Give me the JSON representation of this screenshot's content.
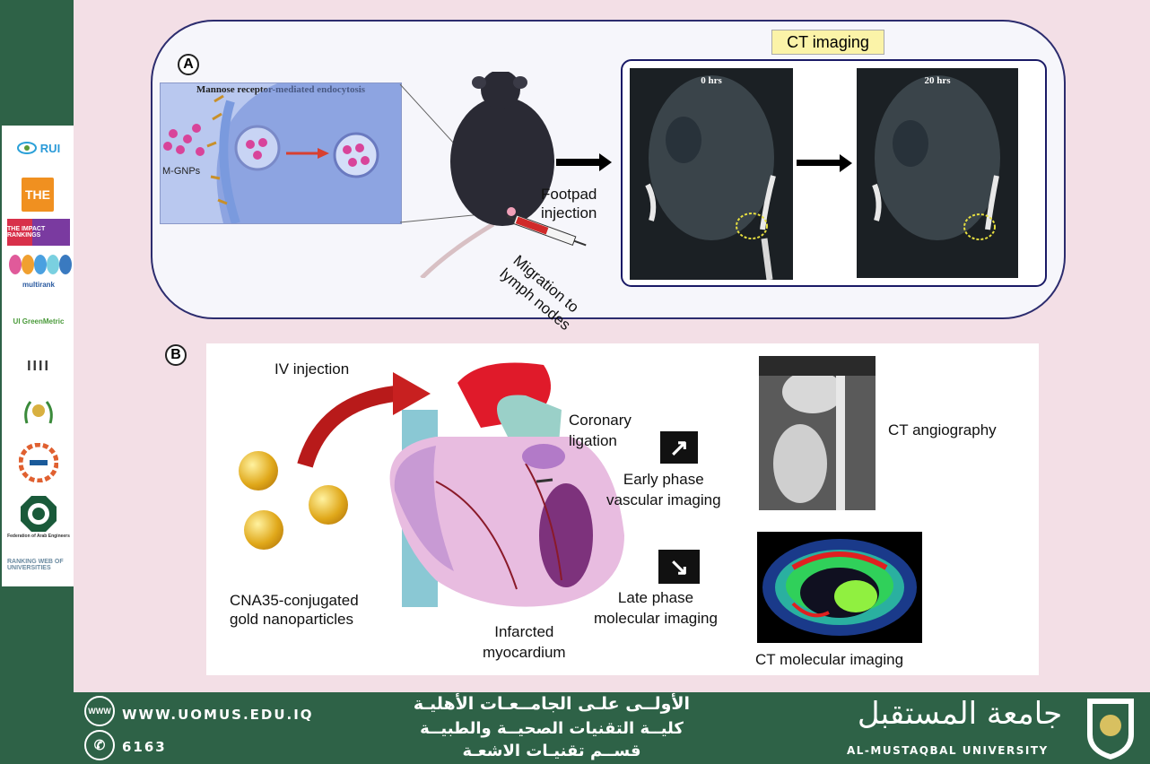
{
  "panel_a": {
    "badge": "A",
    "endocytosis_title": "Mannose receptor-mediated endocytosis",
    "particle_label": "M-GNPs",
    "ct_title": "CT imaging",
    "time_0": "0 hrs",
    "time_20": "20 hrs",
    "footpad": [
      "Footpad",
      "injection"
    ],
    "migration": [
      "Migration to",
      "lymph nodes"
    ]
  },
  "panel_b": {
    "badge": "B",
    "iv": "IV injection",
    "nanoparticles": [
      "CNA35-conjugated",
      "gold nanoparticles"
    ],
    "coronary": [
      "Coronary",
      "ligation"
    ],
    "infarcted": [
      "Infarcted",
      "myocardium"
    ],
    "early": [
      "Early phase",
      "vascular imaging"
    ],
    "late": [
      "Late phase",
      "molecular imaging"
    ],
    "ct_angio": "CT angiography",
    "ct_molecular": "CT molecular imaging"
  },
  "sidebar_logos": [
    "RUI",
    "THE",
    "THE IMPACT RANKINGS",
    "multirank",
    "UI GreenMetric",
    "IIII",
    "arab-universities",
    "SDG",
    "Federation of Arab Engineers",
    "RANKING WEB OF UNIVERSITIES"
  ],
  "footer": {
    "website": "WWW.UOMUS.EDU.IQ",
    "phone": "6163",
    "arabic_line1": "الأولــى علـى الجامــعـات الأهليـة",
    "arabic_line2": "كليــة التقنيات الصحيــة والطبيــة",
    "arabic_line3": "قســم تقنيـات الاشعـة",
    "university_ar": "جامعة المستقبل",
    "university_en": "AL-MUSTAQBAL UNIVERSITY"
  }
}
